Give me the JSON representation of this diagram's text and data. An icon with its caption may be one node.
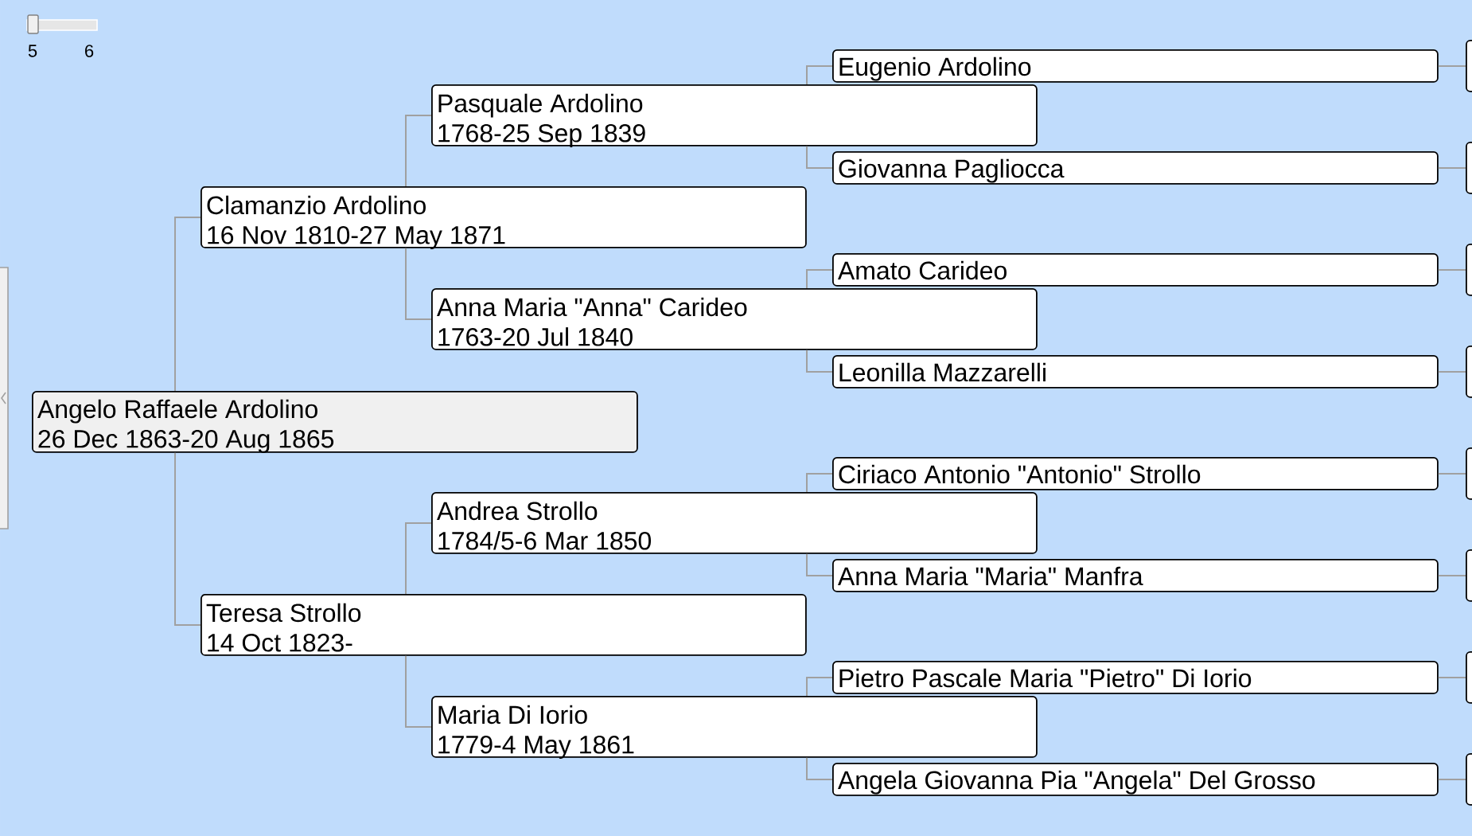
{
  "diagram": {
    "nodes": [
      {
        "text": [
          "Angelo Raffaele Ardolino",
          "26 Dec 1863-20 Aug 1865"
        ]
      },
      {
        "text": [
          "Clamanzio Ardolino",
          "16 Nov 1810-27 May 1871"
        ]
      },
      {
        "text": [
          "Pasquale Ardolino",
          "1768-25 Sep 1839"
        ]
      },
      {
        "text": [
          "Eugenio Ardolino"
        ]
      },
      {
        "text": [
          "Giovanna Pagliocca"
        ]
      },
      {
        "text": [
          "Anna Maria \"Anna\" Carideo",
          "1763-20 Jul 1840"
        ]
      },
      {
        "text": [
          "Amato Carideo"
        ]
      },
      {
        "text": [
          "Leonilla Mazzarelli"
        ]
      },
      {
        "text": [
          "Teresa Strollo",
          "14 Oct 1823-"
        ]
      },
      {
        "text": [
          "Andrea Strollo",
          "1784/5-6 Mar 1850"
        ]
      },
      {
        "text": [
          "Ciriaco Antonio \"Antonio\" Strollo"
        ]
      },
      {
        "text": [
          "Anna Maria \"Maria\" Manfra"
        ]
      },
      {
        "text": [
          "Maria Di Iorio",
          "1779-4 May 1861"
        ]
      },
      {
        "text": [
          "Pietro Pascale Maria \"Pietro\" Di Iorio"
        ]
      },
      {
        "text": [
          "Angela Giovanna Pia \"Angela\" Del Grosso"
        ]
      },
      {
        "text": [],
        "shape": "box"
      },
      {
        "text": [],
        "shape": "box"
      },
      {
        "text": [],
        "shape": "box"
      },
      {
        "text": [],
        "shape": "box"
      },
      {
        "text": [],
        "shape": "box"
      },
      {
        "text": [],
        "shape": "box"
      },
      {
        "text": [],
        "shape": "box"
      },
      {
        "text": [],
        "shape": "box"
      }
    ],
    "edges": [
      {
        "from": 0,
        "to": 1,
        "arrow": "none"
      },
      {
        "from": 0,
        "to": 8,
        "arrow": "none"
      },
      {
        "from": 1,
        "to": 2,
        "arrow": "none"
      },
      {
        "from": 1,
        "to": 5,
        "arrow": "none"
      },
      {
        "from": 2,
        "to": 3,
        "arrow": "none"
      },
      {
        "from": 2,
        "to": 4,
        "arrow": "none"
      },
      {
        "from": 3,
        "to": 15,
        "arrow": "none"
      },
      {
        "from": 4,
        "to": 16,
        "arrow": "none"
      },
      {
        "from": 5,
        "to": 6,
        "arrow": "none"
      },
      {
        "from": 5,
        "to": 7,
        "arrow": "none"
      },
      {
        "from": 6,
        "to": 17,
        "arrow": "none"
      },
      {
        "from": 7,
        "to": 18,
        "arrow": "none"
      },
      {
        "from": 8,
        "to": 9,
        "arrow": "none"
      },
      {
        "from": 8,
        "to": 12,
        "arrow": "none"
      },
      {
        "from": 9,
        "to": 10,
        "arrow": "none"
      },
      {
        "from": 9,
        "to": 11,
        "arrow": "none"
      },
      {
        "from": 10,
        "to": 19,
        "arrow": "none"
      },
      {
        "from": 11,
        "to": 20,
        "arrow": "none"
      },
      {
        "from": 12,
        "to": 13,
        "arrow": "none"
      },
      {
        "from": 12,
        "to": 14,
        "arrow": "none"
      },
      {
        "from": 13,
        "to": 21,
        "arrow": "none"
      },
      {
        "from": 14,
        "to": 22,
        "arrow": "none"
      }
    ],
    "labels": [
      "5",
      "6"
    ]
  }
}
